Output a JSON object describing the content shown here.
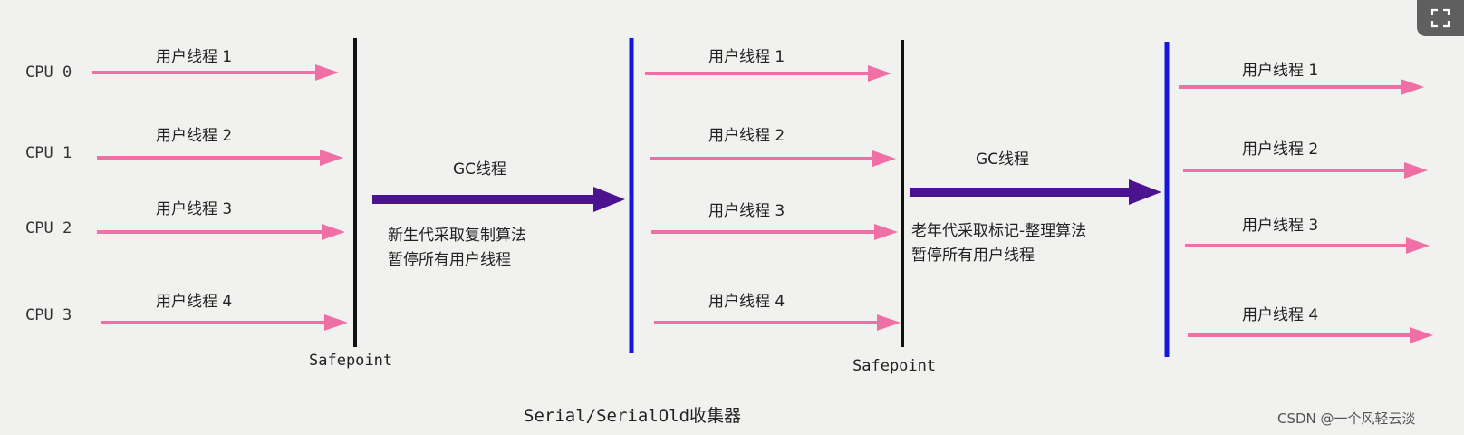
{
  "diagram": {
    "caption": "Serial/SerialOld收集器",
    "cpus": [
      "CPU 0",
      "CPU 1",
      "CPU 2",
      "CPU 3"
    ],
    "user_threads": [
      "用户线程 1",
      "用户线程 2",
      "用户线程 3",
      "用户线程 4"
    ],
    "safepoint_label": "Safepoint",
    "phases": [
      {
        "gc_label": "GC线程",
        "desc_line1": "新生代采取复制算法",
        "desc_line2": "暂停所有用户线程"
      },
      {
        "gc_label": "GC线程",
        "desc_line1": "老年代采取标记-整理算法",
        "desc_line2": "暂停所有用户线程"
      }
    ],
    "colors": {
      "user_arrow": "#f06fa4",
      "gc_arrow": "#4b138f",
      "safepoint_line": "#111111",
      "resume_line": "#1515e0"
    }
  },
  "watermark": "CSDN @一个风轻云淡",
  "expand_icon": "expand-icon"
}
